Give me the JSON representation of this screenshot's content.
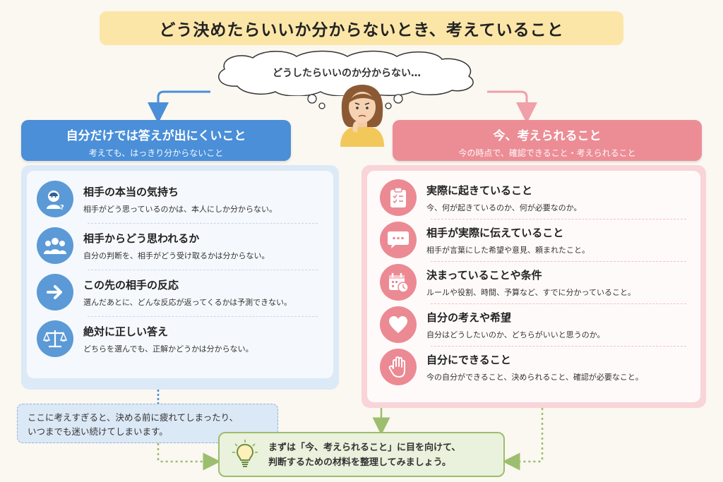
{
  "title": "どう決めたらいいか分からないとき、考えていること",
  "thought": "どうしたらいいのか分からない…",
  "left": {
    "heading": "自分だけでは答えが出にくいこと",
    "subheading": "考えても、はっきり分からないこと",
    "items": [
      {
        "icon": "person-question-icon",
        "title": "相手の本当の気持ち",
        "desc": "相手がどう思っているのかは、本人にしか分からない。"
      },
      {
        "icon": "people-group-icon",
        "title": "相手からどう思われるか",
        "desc": "自分の判断を、相手がどう受け取るかは分からない。"
      },
      {
        "icon": "arrow-right-icon",
        "title": "この先の相手の反応",
        "desc": "選んだあとに、どんな反応が返ってくるかは予測できない。"
      },
      {
        "icon": "scales-icon",
        "title": "絶対に正しい答え",
        "desc": "どちらを選んでも、正解かどうかは分からない。"
      }
    ],
    "note_line1": "ここに考えすぎると、決める前に疲れてしまったり、",
    "note_line2": "いつまでも迷い続けてしまいます。"
  },
  "right": {
    "heading": "今、考えられること",
    "subheading": "今の時点で、確認できること・考えられること",
    "items": [
      {
        "icon": "clipboard-checklist-icon",
        "title": "実際に起きていること",
        "desc": "今、何が起きているのか、何が必要なのか。"
      },
      {
        "icon": "speech-bubble-icon",
        "title": "相手が実際に伝えていること",
        "desc": "相手が言葉にした希望や意見、頼まれたこと。"
      },
      {
        "icon": "calendar-clock-icon",
        "title": "決まっていることや条件",
        "desc": "ルールや役割、時間、予算など、すでに分かっていること。"
      },
      {
        "icon": "heart-icon",
        "title": "自分の考えや希望",
        "desc": "自分はどうしたいのか、どちらがいいと思うのか。"
      },
      {
        "icon": "hand-icon",
        "title": "自分にできること",
        "desc": "今の自分ができること、決められること、確認が必要なこと。"
      }
    ]
  },
  "conclusion": {
    "line1": "まずは「今、考えられること」に目を向けて、",
    "line2": "判断するための材料を整理してみましょう。"
  },
  "colors": {
    "title_bg": "#fbe6a8",
    "left_accent": "#4a8fd8",
    "right_accent": "#ec8d96",
    "conclusion_border": "#9cbe6e"
  }
}
